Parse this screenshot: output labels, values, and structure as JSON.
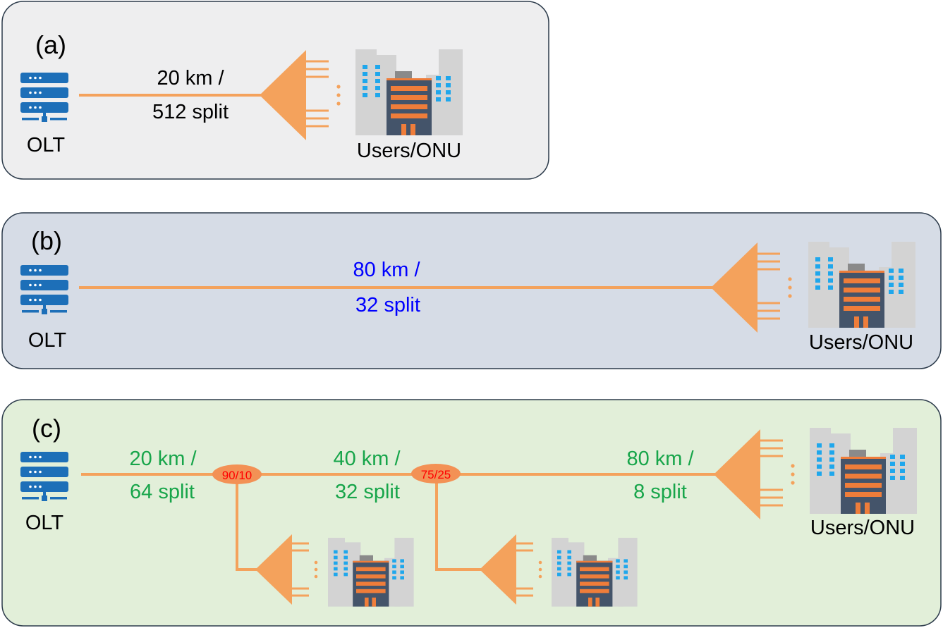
{
  "panels": {
    "a": {
      "label": "(a)",
      "olt_label": "OLT",
      "link_line1": "20 km /",
      "link_line2": "512 split",
      "users_label": "Users/ONU",
      "bg_color": "#eeeeef",
      "text_color": "#000000"
    },
    "b": {
      "label": "(b)",
      "olt_label": "OLT",
      "link_line1": "80 km /",
      "link_line2": "32 split",
      "users_label": "Users/ONU",
      "bg_color": "#d6dce6",
      "text_color": "#0000ff"
    },
    "c": {
      "label": "(c)",
      "olt_label": "OLT",
      "seg1_line1": "20 km /",
      "seg1_line2": "64 split",
      "tap1": "90/10",
      "seg2_line1": "40 km /",
      "seg2_line2": "32 split",
      "tap2": "75/25",
      "seg3_line1": "80 km /",
      "seg3_line2": "8 split",
      "users_label": "Users/ONU",
      "bg_color": "#e2efd9",
      "text_color": "#17a54a"
    }
  },
  "colors": {
    "fiber": "#f4a25c",
    "olt": "#1d6fb8",
    "tap_fill": "#f39155",
    "tap_text": "#ff0000",
    "building_gray": "#d3d3d3",
    "building_dark": "#44546a",
    "window_blue": "#1fa7ec",
    "floor_orange": "#ef7d3a"
  },
  "icons": [
    "server-icon",
    "splitter-icon",
    "building-icon"
  ]
}
